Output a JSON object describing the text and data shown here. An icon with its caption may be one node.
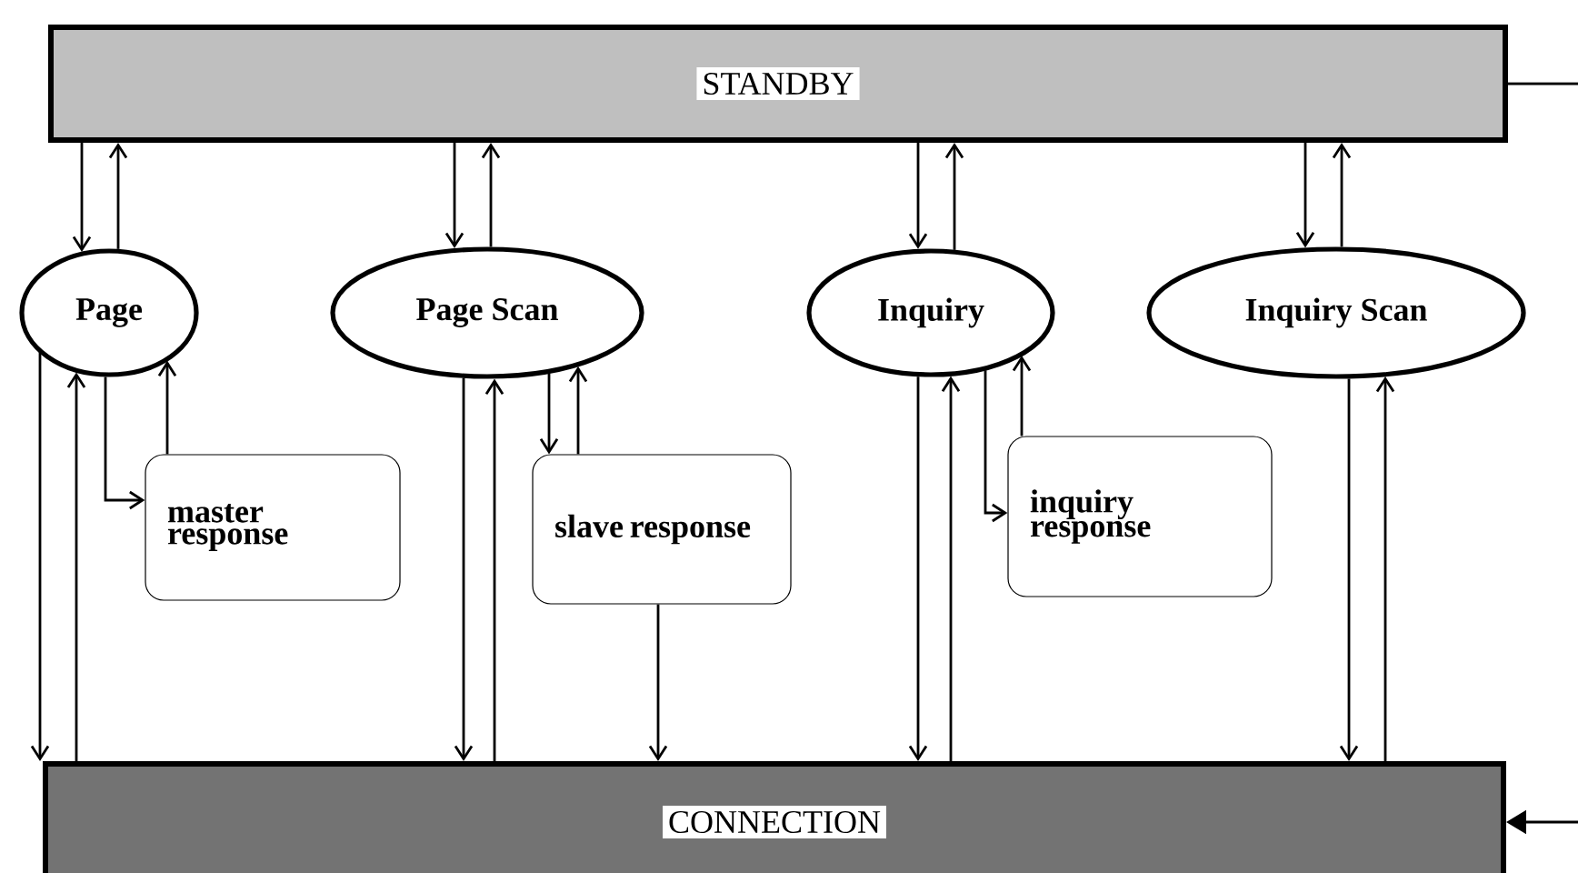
{
  "diagram": {
    "nodes": [
      {
        "text": [
          "STANDBY"
        ]
      },
      {
        "text": [
          "Page"
        ]
      },
      {
        "text": [
          "Page Scan"
        ]
      },
      {
        "text": [
          "Inquiry"
        ]
      },
      {
        "text": [
          "Inquiry Scan"
        ]
      },
      {
        "text": [
          "master response"
        ]
      },
      {
        "text": [
          "slave response"
        ]
      },
      {
        "text": [
          "inquiry response"
        ]
      },
      {
        "text": [
          "CONNECTION"
        ]
      }
    ],
    "edges": [
      {
        "from": 0,
        "to": 1,
        "arrow": "to"
      },
      {
        "from": 1,
        "to": 0,
        "arrow": "to"
      },
      {
        "from": 0,
        "to": 2,
        "arrow": "to"
      },
      {
        "from": 2,
        "to": 0,
        "arrow": "to"
      },
      {
        "from": 0,
        "to": 3,
        "arrow": "to"
      },
      {
        "from": 3,
        "to": 0,
        "arrow": "to"
      },
      {
        "from": 0,
        "to": 4,
        "arrow": "to"
      },
      {
        "from": 4,
        "to": 0,
        "arrow": "to"
      },
      {
        "from": 1,
        "to": 8,
        "arrow": "to"
      },
      {
        "from": 8,
        "to": 1,
        "arrow": "to"
      },
      {
        "from": 1,
        "to": 5,
        "arrow": "to"
      },
      {
        "from": 5,
        "to": 1,
        "arrow": "to"
      },
      {
        "from": 2,
        "to": 8,
        "arrow": "to"
      },
      {
        "from": 8,
        "to": 2,
        "arrow": "to"
      },
      {
        "from": 2,
        "to": 6,
        "arrow": "to"
      },
      {
        "from": 6,
        "to": 2,
        "arrow": "to"
      },
      {
        "from": 6,
        "to": 8,
        "arrow": "to"
      },
      {
        "from": 3,
        "to": 8,
        "arrow": "to"
      },
      {
        "from": 8,
        "to": 3,
        "arrow": "to"
      },
      {
        "from": 3,
        "to": 7,
        "arrow": "to"
      },
      {
        "from": 7,
        "to": 3,
        "arrow": "to"
      },
      {
        "from": 4,
        "to": 8,
        "arrow": "to"
      },
      {
        "from": 8,
        "to": 4,
        "arrow": "to"
      },
      {
        "from": 0,
        "to": 8,
        "arrow": "to"
      }
    ]
  }
}
